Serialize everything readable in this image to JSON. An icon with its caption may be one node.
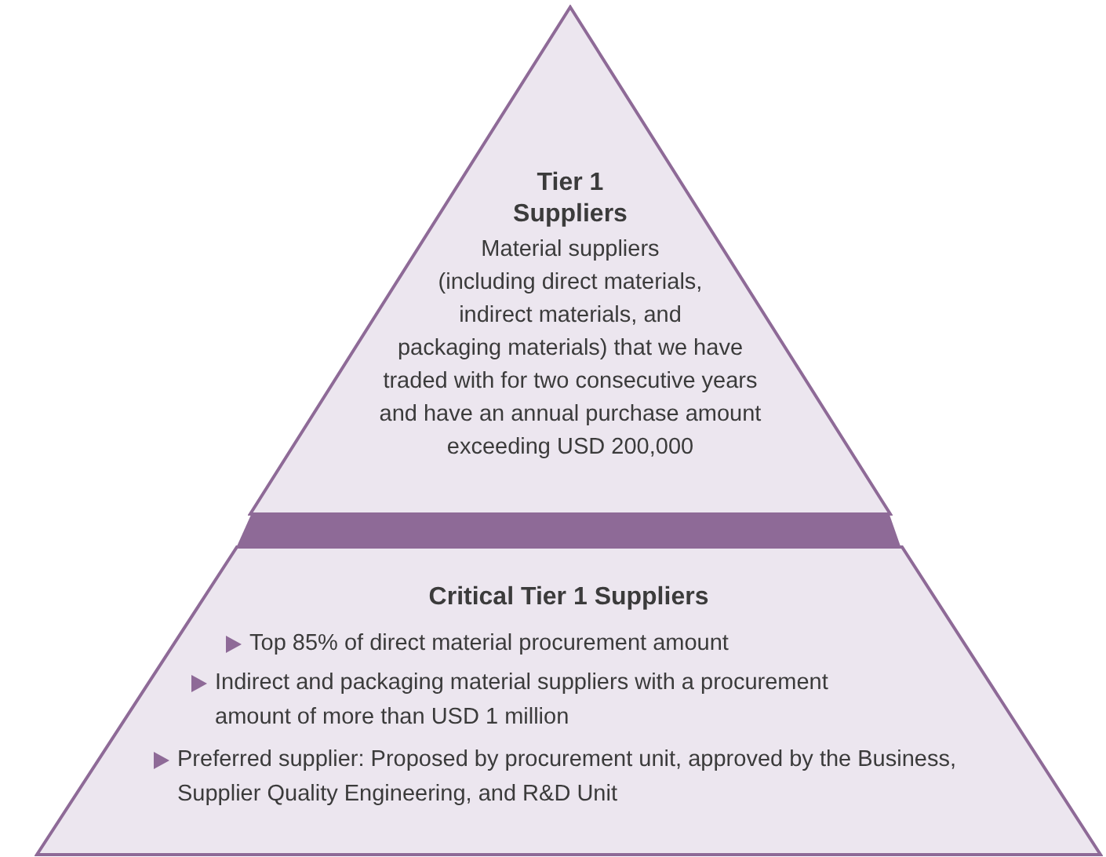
{
  "diagram": {
    "nodes": [
      {
        "text": [
          "Tier 1 Suppliers",
          "Material suppliers (including direct materials, indirect materials, and packaging materials) that we have traded with for two consecutive years and have an annual purchase amount exceeding USD 200,000"
        ]
      },
      {
        "text": [],
        "shape": "bar"
      },
      {
        "text": [
          "Critical Tier 1 Suppliers",
          "Top 85% of direct material procurement amount",
          "Indirect and packaging material suppliers with a procurement amount of more than USD 1 million",
          "Preferred supplier: Proposed by procurement unit, approved by the Business, Supplier Quality Engineering, and R&D Unit"
        ]
      }
    ]
  }
}
